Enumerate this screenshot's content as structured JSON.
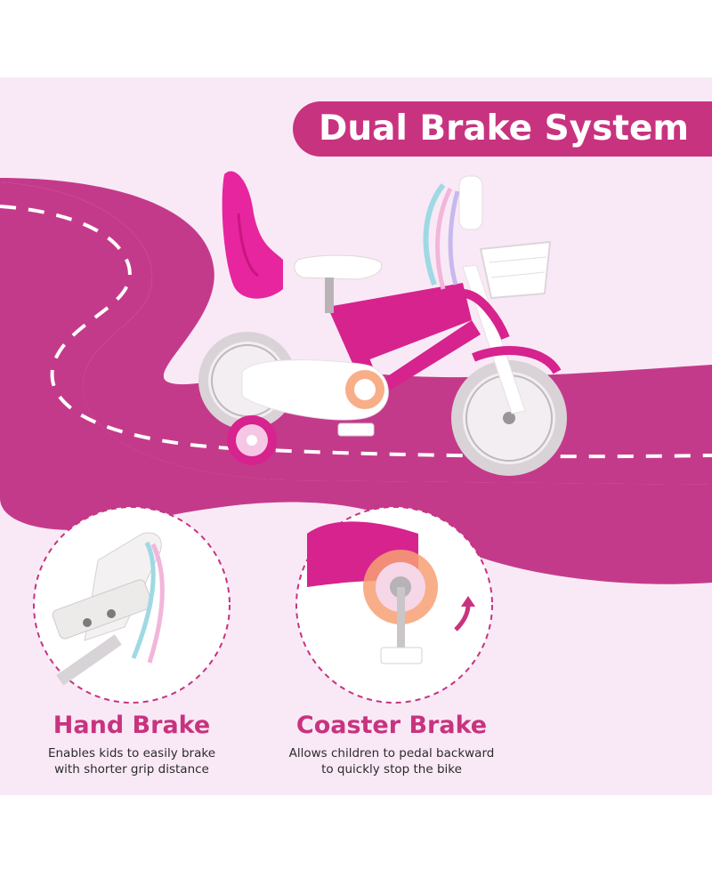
{
  "heading": "Dual Brake System",
  "features": [
    {
      "title": "Hand Brake",
      "desc_line1": "Enables kids to easily brake",
      "desc_line2": "with shorter grip distance"
    },
    {
      "title": "Coaster Brake",
      "desc_line1": "Allows children to pedal backward",
      "desc_line2": "to quickly stop the bike"
    }
  ],
  "colors": {
    "accent": "#c8337f",
    "road": "#c43a8a",
    "background": "#f9e9f6",
    "bike_frame": "#d6238e",
    "seat": "#e7259e"
  },
  "icons": {
    "backpedal": "curved-arrow-up-icon"
  }
}
